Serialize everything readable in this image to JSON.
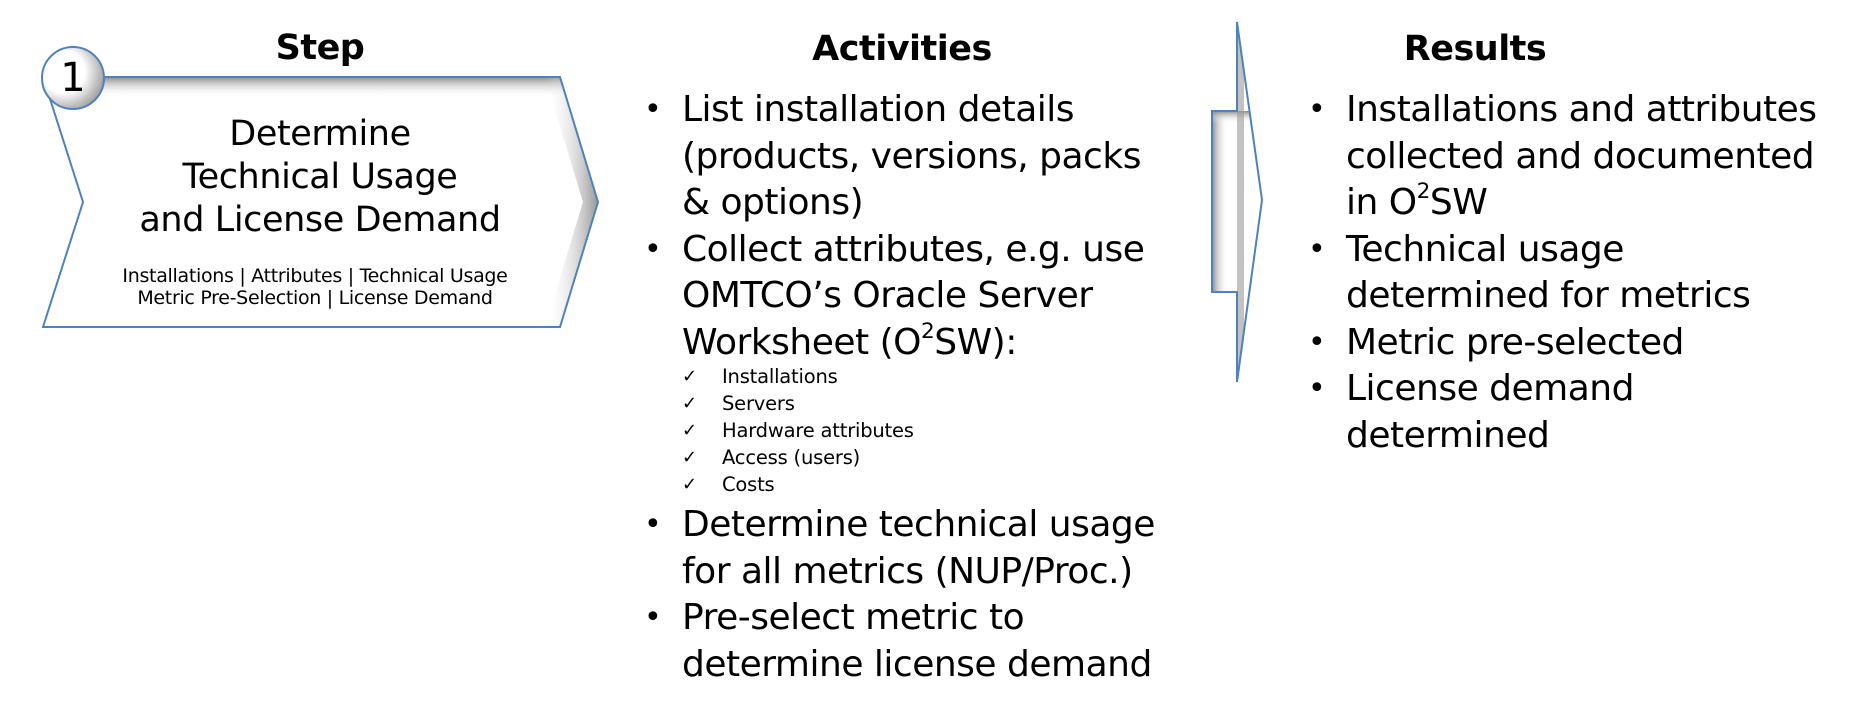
{
  "colors": {
    "outline": "#4f81bd",
    "shadow": "#7f7f7f",
    "text": "#000000",
    "background": "#ffffff"
  },
  "step_column": {
    "heading": "Step",
    "number": "1",
    "title_lines": [
      "Determine",
      "Technical Usage",
      "and License Demand"
    ],
    "subtitle_lines": [
      "Installations | Attributes | Technical Usage",
      "Metric Pre-Selection | License Demand"
    ],
    "shape_icon": "chevron-arrow-shape"
  },
  "activities_column": {
    "heading": "Activities",
    "items": [
      {
        "lines": [
          "List installation details",
          "(products, versions, packs",
          "& options)"
        ]
      },
      {
        "lines": [
          "Collect attributes, e.g. use",
          "OMTCO’s Oracle Server"
        ],
        "last_line_prefix": "Worksheet (O",
        "last_line_sup": "2",
        "last_line_suffix": "SW):",
        "checklist": [
          "Installations",
          "Servers",
          "Hardware attributes",
          "Access (users)",
          "Costs"
        ]
      },
      {
        "lines": [
          "Determine technical usage",
          "for all metrics (NUP/Proc.)"
        ]
      },
      {
        "lines": [
          "Pre-select metric to",
          "determine license demand"
        ]
      }
    ],
    "bullet_glyph": "•",
    "check_glyph": "✓"
  },
  "separator": {
    "shape_icon": "right-arrow-shape"
  },
  "results_column": {
    "heading": "Results",
    "items": [
      {
        "lines": [
          "Installations and attributes",
          "collected and documented"
        ],
        "last_line_prefix": "in O",
        "last_line_sup": "2",
        "last_line_suffix": "SW"
      },
      {
        "lines": [
          "Technical usage",
          "determined for metrics"
        ]
      },
      {
        "lines": [
          "Metric pre-selected"
        ]
      },
      {
        "lines": [
          "License demand",
          "determined"
        ]
      }
    ],
    "bullet_glyph": "•"
  }
}
